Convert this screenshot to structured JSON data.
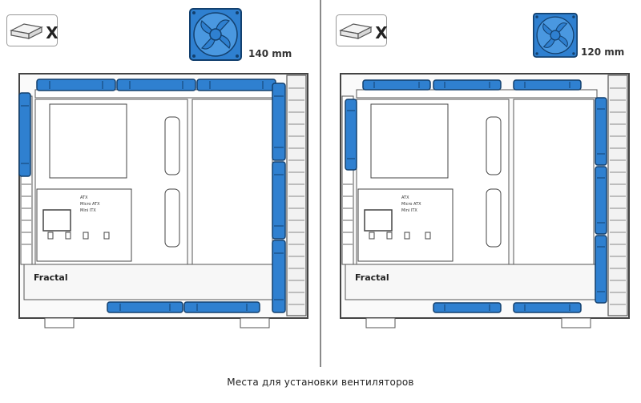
{
  "caption": "Места для установки вентиляторов",
  "colors": {
    "fan": "#2f80d0",
    "fan_dark": "#13406e",
    "case_line": "#444444",
    "divider": "#8a8a8a"
  },
  "panels": [
    {
      "fan_size_label": "140 mm",
      "fan_icon": "fan-icon",
      "hdd_icon": "hdd-cage-icon",
      "disabled_mark": "X",
      "brand_logo": "Fractal",
      "mb_labels": {
        "atx": "ATX",
        "matx": "Micro ATX",
        "itx": "Mini ITX"
      }
    },
    {
      "fan_size_label": "120 mm",
      "fan_icon": "fan-icon",
      "hdd_icon": "hdd-cage-icon",
      "disabled_mark": "X",
      "brand_logo": "Fractal",
      "mb_labels": {
        "atx": "ATX",
        "matx": "Micro ATX",
        "itx": "Mini ITX"
      }
    }
  ]
}
